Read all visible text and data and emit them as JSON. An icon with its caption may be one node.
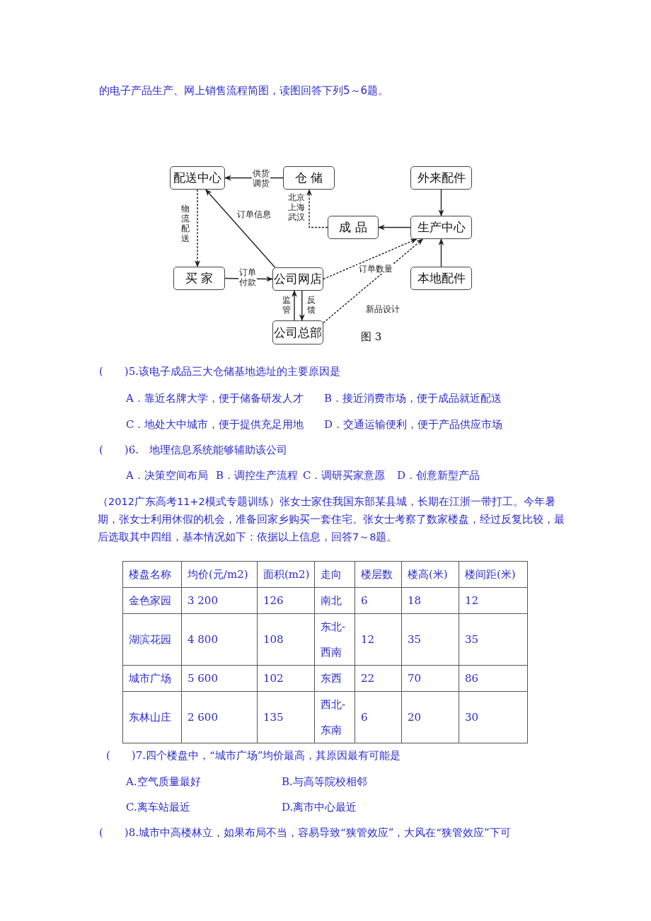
{
  "diagram": {
    "caption": "图 3",
    "nodes": [
      {
        "text": [
          "配送中心"
        ]
      },
      {
        "text": [
          "仓 储"
        ]
      },
      {
        "text": [
          "外来配件"
        ]
      },
      {
        "text": [
          "成 品"
        ]
      },
      {
        "text": [
          "生产中心"
        ]
      },
      {
        "text": [
          "买 家"
        ]
      },
      {
        "text": [
          "公司网店"
        ]
      },
      {
        "text": [
          "本地配件"
        ]
      },
      {
        "text": [
          "公司总部"
        ]
      }
    ],
    "edges": [
      {
        "from": 1,
        "to": 0,
        "arrow": "to",
        "label": "供货调货"
      },
      {
        "from": 3,
        "to": 1,
        "arrow": "to",
        "label": "北京上海武汉",
        "style": "dashed"
      },
      {
        "from": 2,
        "to": 4,
        "arrow": "to"
      },
      {
        "from": 7,
        "to": 4,
        "arrow": "to"
      },
      {
        "from": 4,
        "to": 3,
        "arrow": "to"
      },
      {
        "from": 0,
        "to": 5,
        "arrow": "to",
        "label": "物流配送",
        "style": "dashed"
      },
      {
        "from": 5,
        "to": 6,
        "arrow": "to",
        "label": "订单付款"
      },
      {
        "from": 6,
        "to": 0,
        "arrow": "to",
        "label": "订单信息"
      },
      {
        "from": 6,
        "to": 4,
        "arrow": "to",
        "label": "订单数量",
        "style": "dashed"
      },
      {
        "from": 8,
        "to": 4,
        "arrow": "to",
        "label": "新品设计",
        "style": "dashed"
      },
      {
        "from": 8,
        "to": 6,
        "arrow": "to",
        "label": "监管"
      },
      {
        "from": 6,
        "to": 8,
        "arrow": "to",
        "label": "反馈"
      }
    ],
    "labels": [
      "的电子产品生产、网上销售流程简图，读图回答下列5～6题。",
      "(　　)5.该电子成品三大仓储基地选址的主要原因是",
      "A．靠近名牌大学，便于储备研发人才",
      "B．接近消费市场，便于成品就近配送",
      "C．地处大中城市，便于提供充足用地",
      "D．交通运输便利，便于产品供应市场",
      "(　　)6.　地理信息系统能够辅助该公司",
      "A．决策空间布局",
      "B．调控生产流程",
      "C．调研买家意愿",
      "D．创意新型产品",
      "（2012广东高考11+2模式专题训练）张女士家住我国东部某县城，长期在江浙一带打工。今年暑期，张女士利用休假的机会，准备回家乡购买一套住宅。张女士考察了数家楼盘，经过反复比较，最后选取其中四组，基本情况如下：依据以上信息，回答7～8题。",
      "楼盘名称",
      "均价(元/m2)",
      "面积(m2)",
      "走向",
      "楼层数",
      "楼高(米)",
      "楼间距(米)",
      "金色家园",
      "3 200",
      "126",
      "南北",
      "6",
      "18",
      "12",
      "湖滨花园",
      "4 800",
      "108",
      "东北-西南",
      "12",
      "35",
      "35",
      "城市广场",
      "5 600",
      "102",
      "东西",
      "22",
      "70",
      "86",
      "东林山庄",
      "2 600",
      "135",
      "西北-东南",
      "6",
      "20",
      "30",
      "(　　)7.四个楼盘中，“城市广场”均价最高，其原因最有可能是",
      "A.空气质量最好",
      "B.与高等院校相邻",
      "C.离车站最近",
      "D.离市中心最近",
      "(　　)8.城市中高楼林立，如果布局不当，容易导致“狭管效应”，大风在“狭管效应”下可"
    ]
  }
}
